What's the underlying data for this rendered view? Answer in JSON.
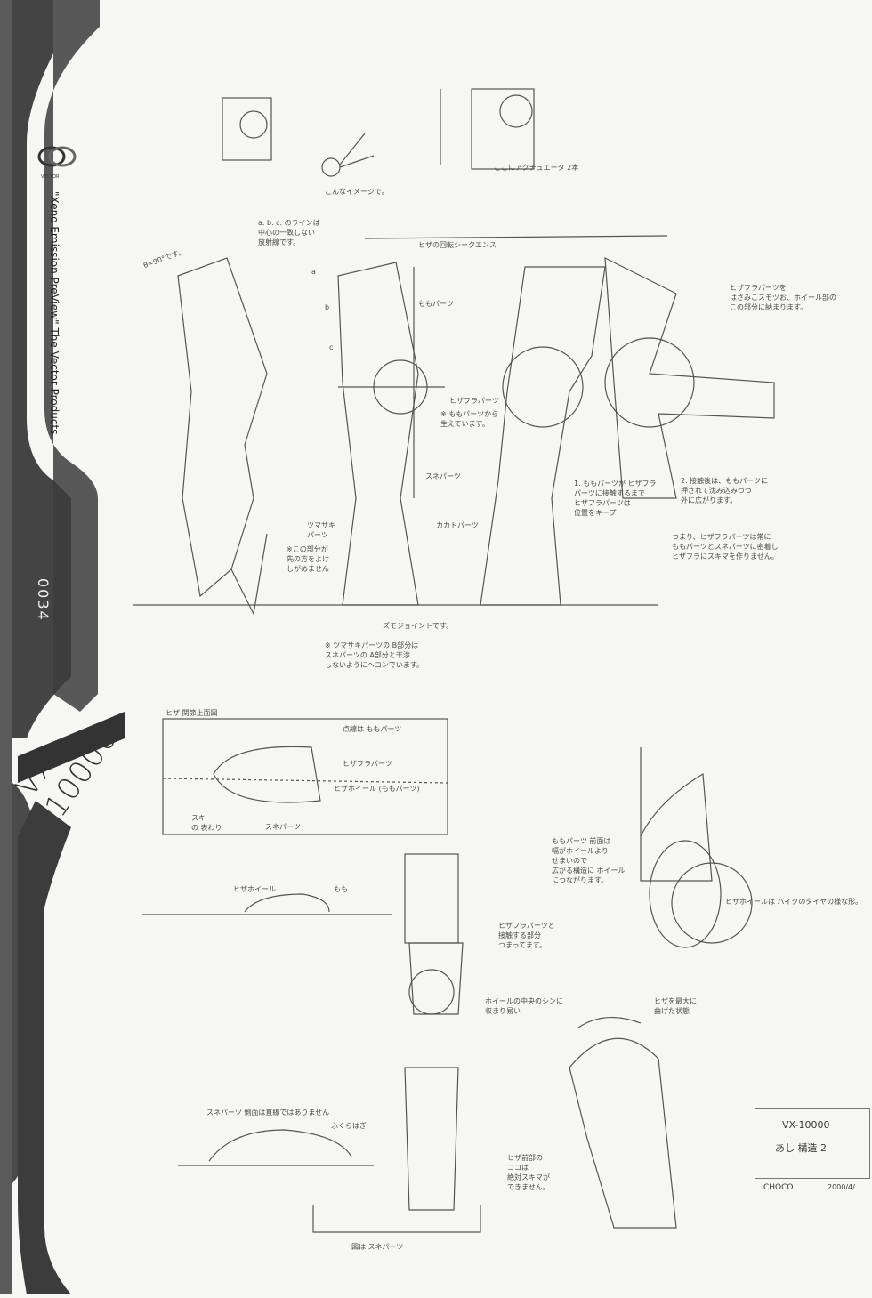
{
  "sidebar": {
    "logo_text": "VECTOR",
    "series_title": "\"Xeno Emission PreView\" The Vector Products",
    "page_number": "0034",
    "model_name": "VX-10000",
    "colors": {
      "band": "#3c3c3c",
      "background": "#f6f6f4"
    }
  },
  "annotations": {
    "image_note": "こんなイメージで。",
    "actuator_note": "ここにアクチュエータ 2本",
    "radial_lines_note": "a. b. c. のラインは\n中心の一致しない\n放射線です。",
    "label_a": "a",
    "label_b": "b",
    "label_c": "c",
    "knee_sequence": "ヒザの回転シークエンス",
    "kneecap_fits": "ヒザフラパーツを\nはさみこスモヅお、ホイール部の\nこの部分に納まります。",
    "thigh_part": "ももパーツ",
    "kneecap_part": "ヒザフラパーツ",
    "grows_from_thigh": "※ ももパーツから\n生えています。",
    "shin_part": "スネパーツ",
    "step1": "1. ももパーツが ヒザフラ\nパーツに接触するまで\nヒザフラパーツは\n位置をキープ",
    "step2": "2. 接触後は、ももパーツに\n押されて沈み込みつつ\n外に広がります。",
    "conclusion": "つまり、ヒザフラパーツは常に\nももパーツとスネパーツに密着し\nヒザフラにスキマを作りません。",
    "toe_part": "ツマサキ\nパーツ",
    "toe_note": "※この部分が\n先の方をよけ\nしがめません",
    "heel_part": "カカトパーツ",
    "joint_note": "ズモジョイントです。",
    "interference_note": "※ ツマサキパーツの B部分は\nスネパーツの A部分と干渉\nしないようにヘコンでいます。",
    "top_view_title": "ヒザ 関節上面図",
    "dotted_line_note": "点線は ももパーツ",
    "kneecap_label": "ヒザフラパーツ",
    "knee_wheel_label": "ヒザホイール (ももパーツ)",
    "gap_label": "スキ\nの 表わり",
    "shin_label": "スネパーツ",
    "thigh_front_note": "ももパーツ 前面は\n幅がホイールより\nせまいので\n広がる構造に ホイール\nにつながります。",
    "knee_wheel_side": "ヒザホイール",
    "thigh_side": "もも",
    "wheel_shape_note": "ヒザホイールは バイクのタイヤの様な形。",
    "contact_note": "ヒザフラパーツと\n接触する部分\nつまってます。",
    "wheel_center_note": "ホイールの中央のシンに\n収まり易い",
    "max_bend_note": "ヒザを最大に\n曲げた状態",
    "shin_side_note": "スネパーツ  側面は直線ではありません",
    "calf_label": "ふくらはぎ",
    "knee_front_note": "ヒザ前部の\nココは\n絶対スキマが\nできません。",
    "shin_figure_note": "図は スネパーツ",
    "angle_note": "θ=90°です。"
  },
  "title_block": {
    "line1": "VX-10000",
    "line2": "あし 構造 2",
    "author": "CHOCO",
    "date": "2000/4/..."
  }
}
